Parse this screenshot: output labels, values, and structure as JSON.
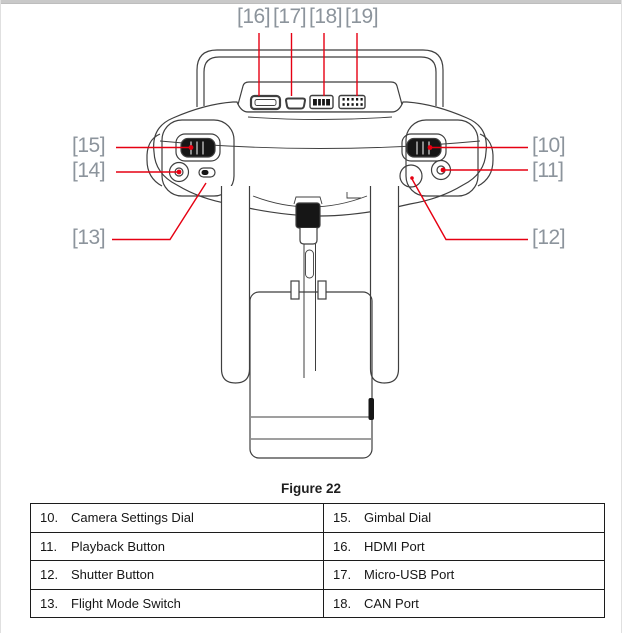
{
  "figure": {
    "caption": "Figure 22",
    "callouts": {
      "c10": "[10]",
      "c11": "[11]",
      "c12": "[12]",
      "c13": "[13]",
      "c14": "[14]",
      "c15": "[15]",
      "c16": "[16]",
      "c17": "[17]",
      "c18": "[18]",
      "c19": "[19]"
    },
    "components": [
      "carry-handle",
      "hdmi-port",
      "micro-usb-port",
      "can-port",
      "multi-pin-port",
      "gimbal-dial",
      "camera-settings-dial",
      "playback-button",
      "shutter-button",
      "flight-mode-switch",
      "left-antenna",
      "right-antenna",
      "device-clamp",
      "mobile-device-holder"
    ]
  },
  "parts_table": {
    "rows": [
      {
        "num_left": "10.",
        "label_left": "Camera Settings Dial",
        "num_right": "15.",
        "label_right": "Gimbal Dial"
      },
      {
        "num_left": "11.",
        "label_left": "Playback Button",
        "num_right": "16.",
        "label_right": "HDMI Port"
      },
      {
        "num_left": "12.",
        "label_left": "Shutter Button",
        "num_right": "17.",
        "label_right": "Micro-USB Port"
      },
      {
        "num_left": "13.",
        "label_left": "Flight Mode Switch",
        "num_right": "18.",
        "label_right": "CAN Port"
      }
    ]
  },
  "colors": {
    "leader_red": "#e60012",
    "callout_gray": "#8c949c",
    "line_art": "#3f3f3f"
  }
}
